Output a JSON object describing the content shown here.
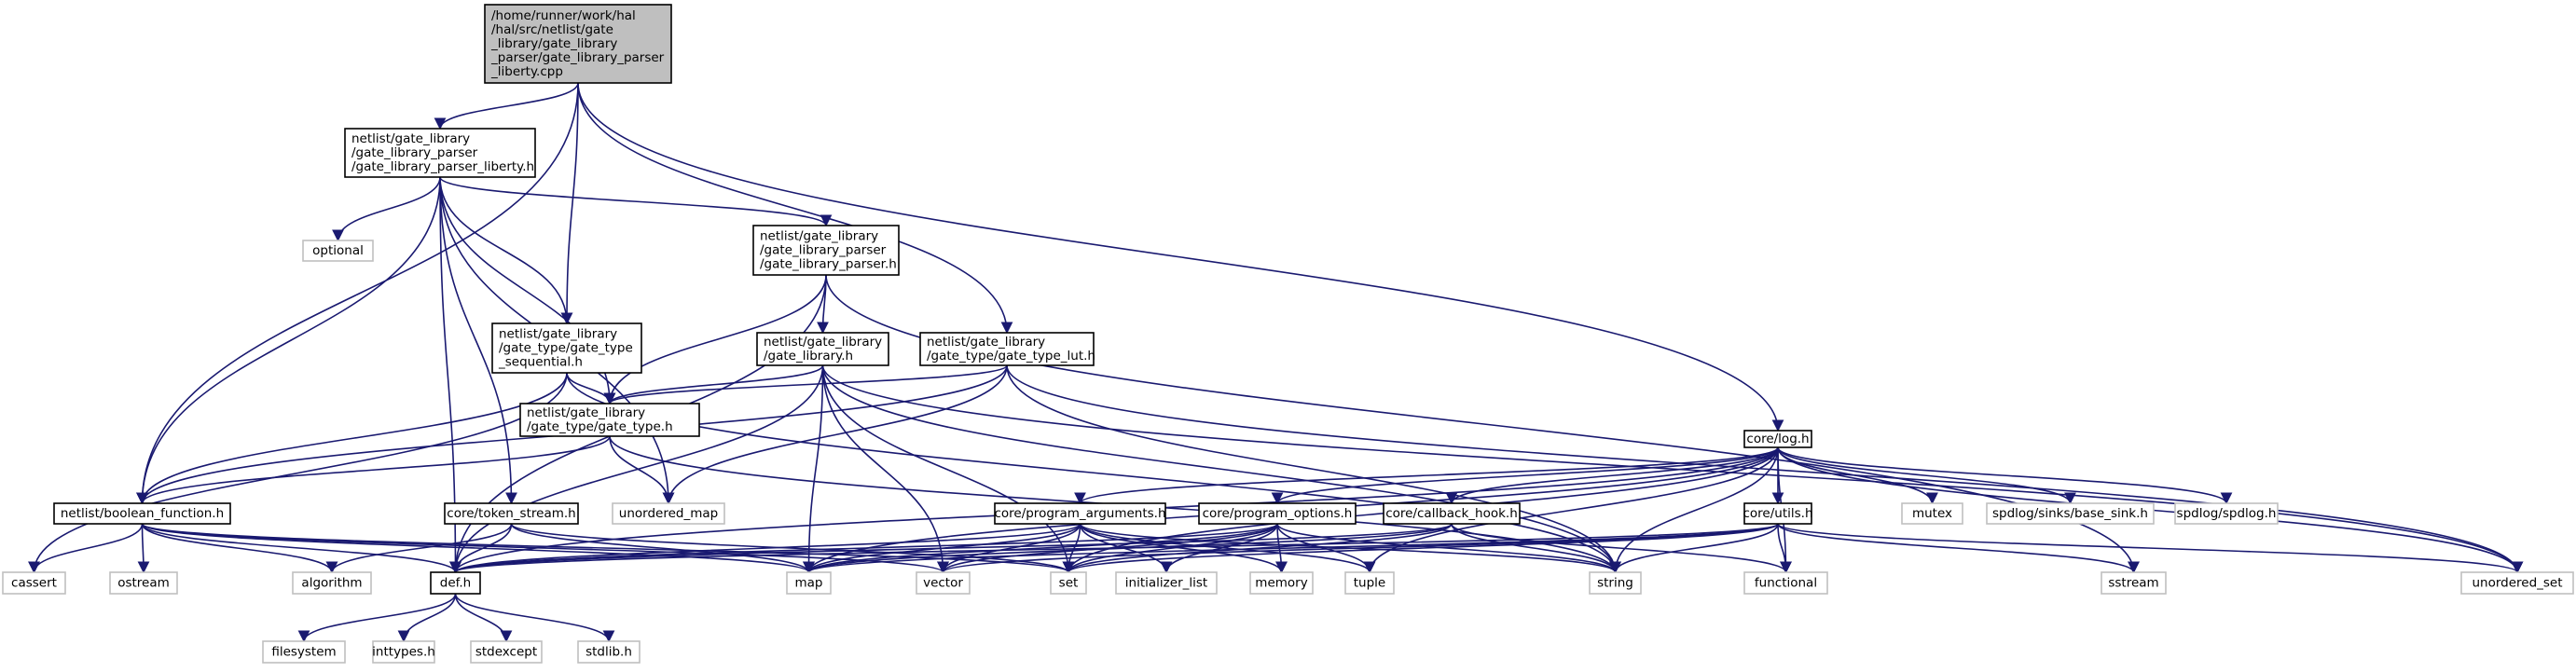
{
  "title": "",
  "edge_color": "#191970",
  "root_fill": "#bfbfbf",
  "nodes": [
    {
      "id": "root",
      "kind": "root",
      "lines": [
        "/home/runner/work/hal",
        "/hal/src/netlist/gate",
        "_library/gate_library",
        "_parser/gate_library_parser",
        "_liberty.cpp"
      ]
    },
    {
      "id": "liberty_h",
      "kind": "local",
      "lines": [
        "netlist/gate_library",
        "/gate_library_parser",
        "/gate_library_parser_liberty.h"
      ]
    },
    {
      "id": "optional",
      "kind": "system",
      "lines": [
        "optional"
      ]
    },
    {
      "id": "parser_h",
      "kind": "local",
      "lines": [
        "netlist/gate_library",
        "/gate_library_parser",
        "/gate_library_parser.h"
      ]
    },
    {
      "id": "sequential_h",
      "kind": "local",
      "lines": [
        "netlist/gate_library",
        "/gate_type/gate_type",
        "_sequential.h"
      ]
    },
    {
      "id": "gate_library_h",
      "kind": "local",
      "lines": [
        "netlist/gate_library",
        "/gate_library.h"
      ]
    },
    {
      "id": "lut_h",
      "kind": "local",
      "lines": [
        "netlist/gate_library",
        "/gate_type/gate_type_lut.h"
      ]
    },
    {
      "id": "gate_type_h",
      "kind": "local",
      "lines": [
        "netlist/gate_library",
        "/gate_type/gate_type.h"
      ]
    },
    {
      "id": "log_h",
      "kind": "local",
      "lines": [
        "core/log.h"
      ]
    },
    {
      "id": "boolean_function_h",
      "kind": "local",
      "lines": [
        "netlist/boolean_function.h"
      ]
    },
    {
      "id": "token_stream_h",
      "kind": "local",
      "lines": [
        "core/token_stream.h"
      ]
    },
    {
      "id": "unordered_map",
      "kind": "system",
      "lines": [
        "unordered_map"
      ]
    },
    {
      "id": "program_arguments_h",
      "kind": "local",
      "lines": [
        "core/program_arguments.h"
      ]
    },
    {
      "id": "program_options_h",
      "kind": "local",
      "lines": [
        "core/program_options.h"
      ]
    },
    {
      "id": "callback_hook_h",
      "kind": "local",
      "lines": [
        "core/callback_hook.h"
      ]
    },
    {
      "id": "utils_h",
      "kind": "local",
      "lines": [
        "core/utils.h"
      ]
    },
    {
      "id": "mutex",
      "kind": "system",
      "lines": [
        "mutex"
      ]
    },
    {
      "id": "base_sink",
      "kind": "system",
      "lines": [
        "spdlog/sinks/base_sink.h"
      ]
    },
    {
      "id": "spdlog",
      "kind": "system",
      "lines": [
        "spdlog/spdlog.h"
      ]
    },
    {
      "id": "cassert",
      "kind": "system",
      "lines": [
        "cassert"
      ]
    },
    {
      "id": "ostream",
      "kind": "system",
      "lines": [
        "ostream"
      ]
    },
    {
      "id": "algorithm",
      "kind": "system",
      "lines": [
        "algorithm"
      ]
    },
    {
      "id": "def_h",
      "kind": "local",
      "lines": [
        "def.h"
      ]
    },
    {
      "id": "map",
      "kind": "system",
      "lines": [
        "map"
      ]
    },
    {
      "id": "vector",
      "kind": "system",
      "lines": [
        "vector"
      ]
    },
    {
      "id": "set",
      "kind": "system",
      "lines": [
        "set"
      ]
    },
    {
      "id": "initializer_list",
      "kind": "system",
      "lines": [
        "initializer_list"
      ]
    },
    {
      "id": "memory",
      "kind": "system",
      "lines": [
        "memory"
      ]
    },
    {
      "id": "tuple",
      "kind": "system",
      "lines": [
        "tuple"
      ]
    },
    {
      "id": "string",
      "kind": "system",
      "lines": [
        "string"
      ]
    },
    {
      "id": "functional",
      "kind": "system",
      "lines": [
        "functional"
      ]
    },
    {
      "id": "sstream",
      "kind": "system",
      "lines": [
        "sstream"
      ]
    },
    {
      "id": "unordered_set",
      "kind": "system",
      "lines": [
        "unordered_set"
      ]
    },
    {
      "id": "filesystem",
      "kind": "system",
      "lines": [
        "filesystem"
      ]
    },
    {
      "id": "inttypes",
      "kind": "system",
      "lines": [
        "inttypes.h"
      ]
    },
    {
      "id": "stdexcept",
      "kind": "system",
      "lines": [
        "stdexcept"
      ]
    },
    {
      "id": "stdlib",
      "kind": "system",
      "lines": [
        "stdlib.h"
      ]
    }
  ],
  "edges": [
    [
      "root",
      "liberty_h"
    ],
    [
      "root",
      "sequential_h"
    ],
    [
      "root",
      "lut_h"
    ],
    [
      "root",
      "log_h"
    ],
    [
      "root",
      "boolean_function_h"
    ],
    [
      "liberty_h",
      "optional"
    ],
    [
      "liberty_h",
      "parser_h"
    ],
    [
      "liberty_h",
      "sequential_h"
    ],
    [
      "liberty_h",
      "gate_type_h"
    ],
    [
      "liberty_h",
      "boolean_function_h"
    ],
    [
      "liberty_h",
      "token_stream_h"
    ],
    [
      "liberty_h",
      "unordered_map"
    ],
    [
      "liberty_h",
      "def_h"
    ],
    [
      "parser_h",
      "gate_library_h"
    ],
    [
      "parser_h",
      "gate_type_h"
    ],
    [
      "parser_h",
      "def_h"
    ],
    [
      "parser_h",
      "sstream"
    ],
    [
      "sequential_h",
      "gate_type_h"
    ],
    [
      "sequential_h",
      "boolean_function_h"
    ],
    [
      "sequential_h",
      "cassert"
    ],
    [
      "sequential_h",
      "string"
    ],
    [
      "gate_library_h",
      "gate_type_h"
    ],
    [
      "gate_library_h",
      "def_h"
    ],
    [
      "gate_library_h",
      "map"
    ],
    [
      "gate_library_h",
      "vector"
    ],
    [
      "gate_library_h",
      "set"
    ],
    [
      "gate_library_h",
      "string"
    ],
    [
      "gate_library_h",
      "unordered_set"
    ],
    [
      "lut_h",
      "gate_type_h"
    ],
    [
      "lut_h",
      "boolean_function_h"
    ],
    [
      "lut_h",
      "unordered_map"
    ],
    [
      "lut_h",
      "string"
    ],
    [
      "lut_h",
      "unordered_set"
    ],
    [
      "gate_type_h",
      "boolean_function_h"
    ],
    [
      "gate_type_h",
      "unordered_map"
    ],
    [
      "gate_type_h",
      "string"
    ],
    [
      "log_h",
      "program_arguments_h"
    ],
    [
      "log_h",
      "program_options_h"
    ],
    [
      "log_h",
      "callback_hook_h"
    ],
    [
      "log_h",
      "utils_h"
    ],
    [
      "log_h",
      "mutex"
    ],
    [
      "log_h",
      "base_sink"
    ],
    [
      "log_h",
      "spdlog"
    ],
    [
      "log_h",
      "def_h"
    ],
    [
      "log_h",
      "map"
    ],
    [
      "log_h",
      "set"
    ],
    [
      "log_h",
      "string"
    ],
    [
      "log_h",
      "unordered_set"
    ],
    [
      "log_h",
      "tuple"
    ],
    [
      "log_h",
      "functional"
    ],
    [
      "boolean_function_h",
      "cassert"
    ],
    [
      "boolean_function_h",
      "ostream"
    ],
    [
      "boolean_function_h",
      "algorithm"
    ],
    [
      "boolean_function_h",
      "def_h"
    ],
    [
      "boolean_function_h",
      "map"
    ],
    [
      "boolean_function_h",
      "vector"
    ],
    [
      "boolean_function_h",
      "set"
    ],
    [
      "token_stream_h",
      "def_h"
    ],
    [
      "token_stream_h",
      "algorithm"
    ],
    [
      "token_stream_h",
      "map"
    ],
    [
      "token_stream_h",
      "set"
    ],
    [
      "program_arguments_h",
      "def_h"
    ],
    [
      "program_arguments_h",
      "map"
    ],
    [
      "program_arguments_h",
      "vector"
    ],
    [
      "program_arguments_h",
      "set"
    ],
    [
      "program_arguments_h",
      "initializer_list"
    ],
    [
      "program_arguments_h",
      "memory"
    ],
    [
      "program_arguments_h",
      "tuple"
    ],
    [
      "program_arguments_h",
      "string"
    ],
    [
      "program_options_h",
      "def_h"
    ],
    [
      "program_options_h",
      "map"
    ],
    [
      "program_options_h",
      "vector"
    ],
    [
      "program_options_h",
      "set"
    ],
    [
      "program_options_h",
      "initializer_list"
    ],
    [
      "program_options_h",
      "memory"
    ],
    [
      "program_options_h",
      "tuple"
    ],
    [
      "program_options_h",
      "string"
    ],
    [
      "callback_hook_h",
      "def_h"
    ],
    [
      "callback_hook_h",
      "map"
    ],
    [
      "callback_hook_h",
      "set"
    ],
    [
      "callback_hook_h",
      "functional"
    ],
    [
      "callback_hook_h",
      "string"
    ],
    [
      "utils_h",
      "def_h"
    ],
    [
      "utils_h",
      "map"
    ],
    [
      "utils_h",
      "vector"
    ],
    [
      "utils_h",
      "set"
    ],
    [
      "utils_h",
      "string"
    ],
    [
      "utils_h",
      "functional"
    ],
    [
      "utils_h",
      "sstream"
    ],
    [
      "utils_h",
      "unordered_set"
    ],
    [
      "def_h",
      "filesystem"
    ],
    [
      "def_h",
      "inttypes"
    ],
    [
      "def_h",
      "stdexcept"
    ],
    [
      "def_h",
      "stdlib"
    ]
  ]
}
